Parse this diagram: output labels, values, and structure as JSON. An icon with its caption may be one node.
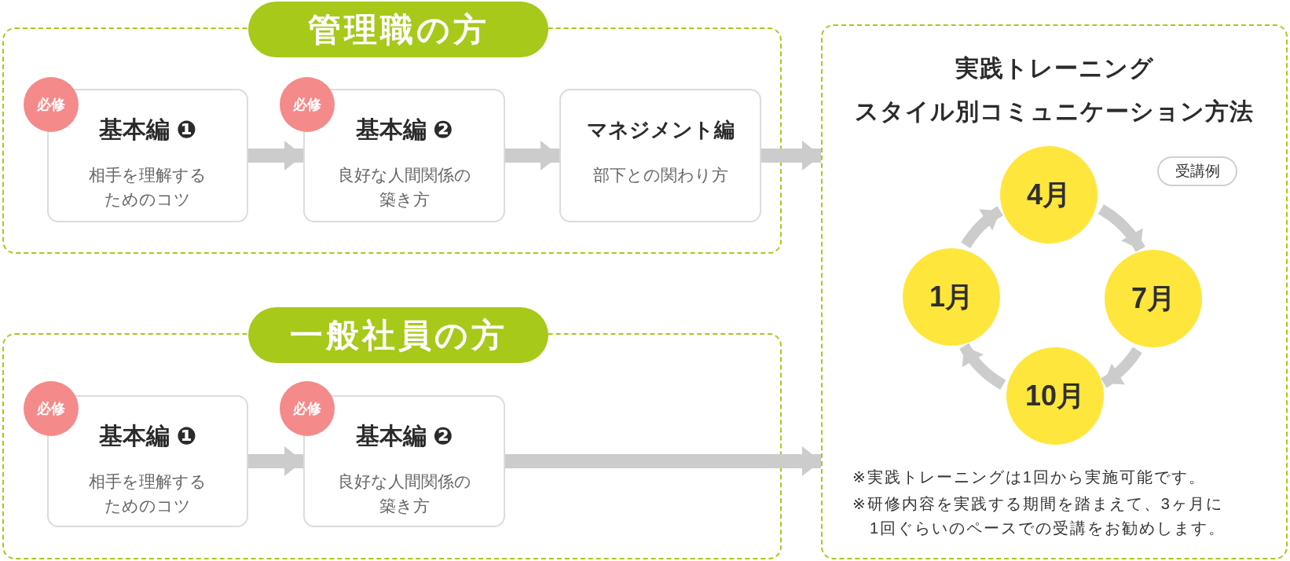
{
  "diagram": {
    "nodes": [
      {
        "text": [
          "管理職の方"
        ]
      },
      {
        "text": [
          "必修"
        ],
        "in": 0
      },
      {
        "text": [
          "基本編 ❶",
          "相手を理解するためのコツ"
        ],
        "in": 0
      },
      {
        "text": [
          "必修"
        ],
        "in": 0
      },
      {
        "text": [
          "基本編 ❷",
          "良好な人間関係の築き方"
        ],
        "in": 0
      },
      {
        "text": [
          "マネジメント編",
          "部下との関わり方"
        ],
        "in": 0
      },
      {
        "text": [
          "一般社員の方"
        ]
      },
      {
        "text": [
          "必修"
        ],
        "in": 6
      },
      {
        "text": [
          "基本編 ❶",
          "相手を理解するためのコツ"
        ],
        "in": 6
      },
      {
        "text": [
          "必修"
        ],
        "in": 6
      },
      {
        "text": [
          "基本編 ❷",
          "良好な人間関係の築き方"
        ],
        "in": 6
      },
      {
        "text": [
          "実践トレーニング",
          "スタイル別コミュニケーション方法"
        ]
      },
      {
        "text": [
          "受講例"
        ],
        "in": 11
      },
      {
        "text": [
          "4月"
        ],
        "in": 11
      },
      {
        "text": [
          "1月"
        ],
        "in": 11
      },
      {
        "text": [
          "7月"
        ],
        "in": 11
      },
      {
        "text": [
          "10月"
        ],
        "in": 11
      }
    ],
    "edges": [
      {
        "from": 2,
        "to": 4,
        "arrow": "to"
      },
      {
        "from": 4,
        "to": 5,
        "arrow": "to"
      },
      {
        "from": 5,
        "to": 11,
        "arrow": "to"
      },
      {
        "from": 8,
        "to": 10,
        "arrow": "to"
      },
      {
        "from": 10,
        "to": 11,
        "arrow": "to"
      },
      {
        "from": 13,
        "to": 15,
        "arrow": "to"
      },
      {
        "from": 15,
        "to": 16,
        "arrow": "to"
      },
      {
        "from": 16,
        "to": 14,
        "arrow": "to"
      },
      {
        "from": 14,
        "to": 13,
        "arrow": "to"
      }
    ],
    "labels": [
      "※実践トレーニングは1回から実施可能です。",
      "※研修内容を実践する期間を踏まえて、3ヶ月に1回ぐらいのペースでの受講をお勧めします。"
    ]
  }
}
